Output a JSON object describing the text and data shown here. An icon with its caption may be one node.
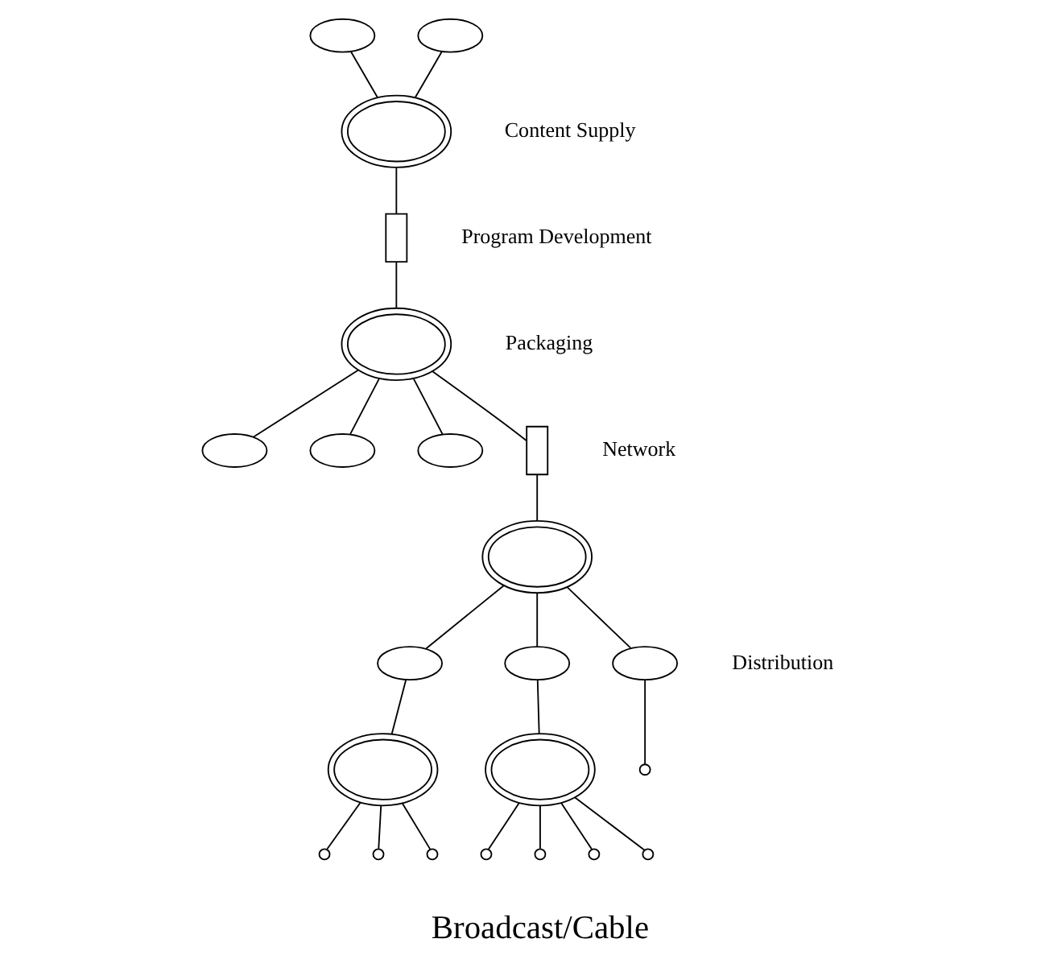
{
  "diagram": {
    "nodes": [
      {
        "text": [],
        "shape": "ellipse"
      },
      {
        "text": [],
        "shape": "ellipse"
      },
      {
        "text": [],
        "shape": "cloud"
      },
      {
        "text": [],
        "shape": "box"
      },
      {
        "text": [],
        "shape": "cloud"
      },
      {
        "text": [],
        "shape": "ellipse"
      },
      {
        "text": [],
        "shape": "ellipse"
      },
      {
        "text": [],
        "shape": "ellipse"
      },
      {
        "text": [],
        "shape": "box"
      },
      {
        "text": [],
        "shape": "cloud"
      },
      {
        "text": [],
        "shape": "ellipse"
      },
      {
        "text": [],
        "shape": "ellipse"
      },
      {
        "text": [],
        "shape": "ellipse"
      },
      {
        "text": [],
        "shape": "circle"
      },
      {
        "text": [],
        "shape": "cloud"
      },
      {
        "text": [],
        "shape": "circle"
      },
      {
        "text": [],
        "shape": "circle"
      },
      {
        "text": [],
        "shape": "circle"
      },
      {
        "text": [],
        "shape": "cloud"
      },
      {
        "text": [],
        "shape": "circle"
      },
      {
        "text": [],
        "shape": "circle"
      },
      {
        "text": [],
        "shape": "circle"
      },
      {
        "text": [],
        "shape": "circle"
      }
    ],
    "edges": [
      {
        "from": 0,
        "to": 2,
        "arrow": "none"
      },
      {
        "from": 1,
        "to": 2,
        "arrow": "none"
      },
      {
        "from": 2,
        "to": 3,
        "arrow": "none"
      },
      {
        "from": 3,
        "to": 4,
        "arrow": "none"
      },
      {
        "from": 4,
        "to": 5,
        "arrow": "none"
      },
      {
        "from": 4,
        "to": 6,
        "arrow": "none"
      },
      {
        "from": 4,
        "to": 7,
        "arrow": "none"
      },
      {
        "from": 4,
        "to": 8,
        "arrow": "none"
      },
      {
        "from": 8,
        "to": 9,
        "arrow": "none"
      },
      {
        "from": 9,
        "to": 10,
        "arrow": "none"
      },
      {
        "from": 9,
        "to": 11,
        "arrow": "none"
      },
      {
        "from": 9,
        "to": 12,
        "arrow": "none"
      },
      {
        "from": 12,
        "to": 13,
        "arrow": "none"
      },
      {
        "from": 10,
        "to": 14,
        "arrow": "none"
      },
      {
        "from": 14,
        "to": 15,
        "arrow": "none"
      },
      {
        "from": 14,
        "to": 16,
        "arrow": "none"
      },
      {
        "from": 14,
        "to": 17,
        "arrow": "none"
      },
      {
        "from": 11,
        "to": 18,
        "arrow": "none"
      },
      {
        "from": 18,
        "to": 19,
        "arrow": "none"
      },
      {
        "from": 18,
        "to": 20,
        "arrow": "none"
      },
      {
        "from": 18,
        "to": 21,
        "arrow": "none"
      },
      {
        "from": 18,
        "to": 22,
        "arrow": "none"
      }
    ],
    "labels": [
      "Program Development",
      "Content Supply",
      "Packaging",
      "Network",
      "Distribution",
      "Broadcast/Cable"
    ]
  }
}
